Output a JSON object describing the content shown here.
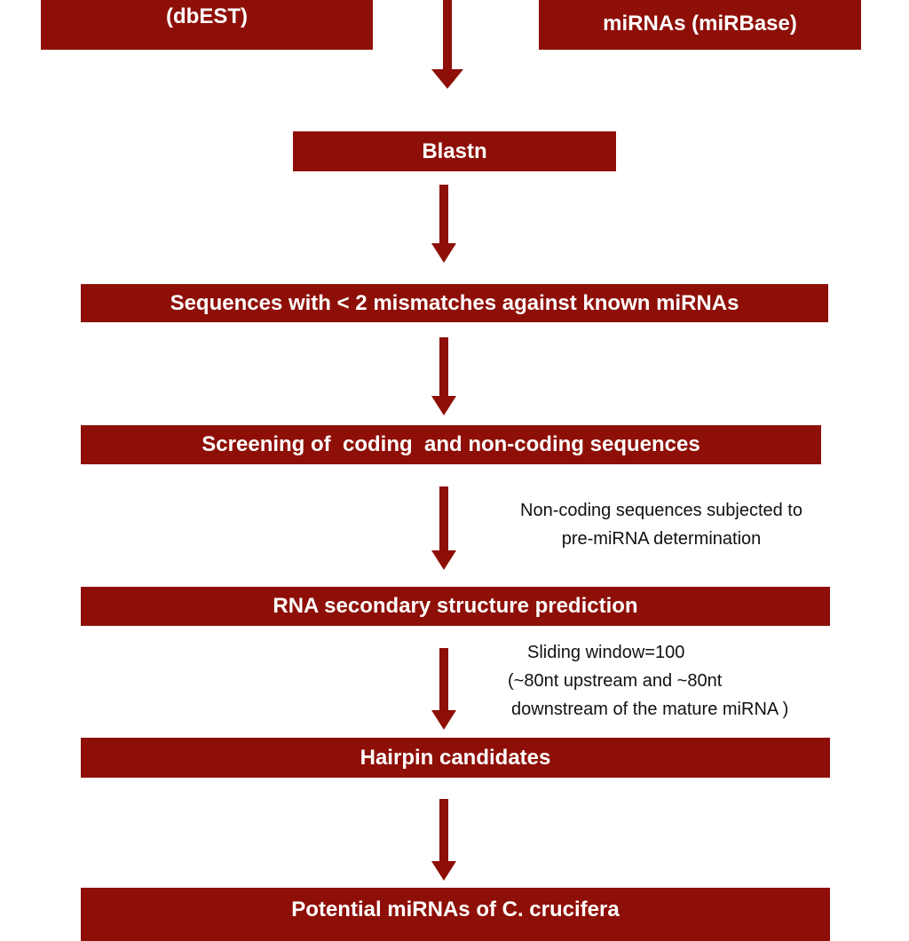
{
  "colors": {
    "box_fill": "#8e0f07",
    "box_text": "#ffffff",
    "arrow": "#8e0f07",
    "note_text": "#111111"
  },
  "nodes": {
    "est_source": "(dbEST)",
    "mirbase_source": "miRNAs (miRBase)",
    "blastn": "Blastn",
    "mismatch_filter": "Sequences with < 2 mismatches against known miRNAs",
    "screening": "Screening of  coding  and non-coding sequences",
    "rna_structure": "RNA secondary structure prediction",
    "hairpin": "Hairpin candidates",
    "potential": "Potential miRNAs of C. crucifera"
  },
  "notes": {
    "noncoding_1": "Non-coding sequences subjected to",
    "noncoding_2": "pre-miRNA determination",
    "window_1": "Sliding window=100",
    "window_2": "(~80nt upstream and ~80nt",
    "window_3": "downstream of the mature miRNA )"
  }
}
